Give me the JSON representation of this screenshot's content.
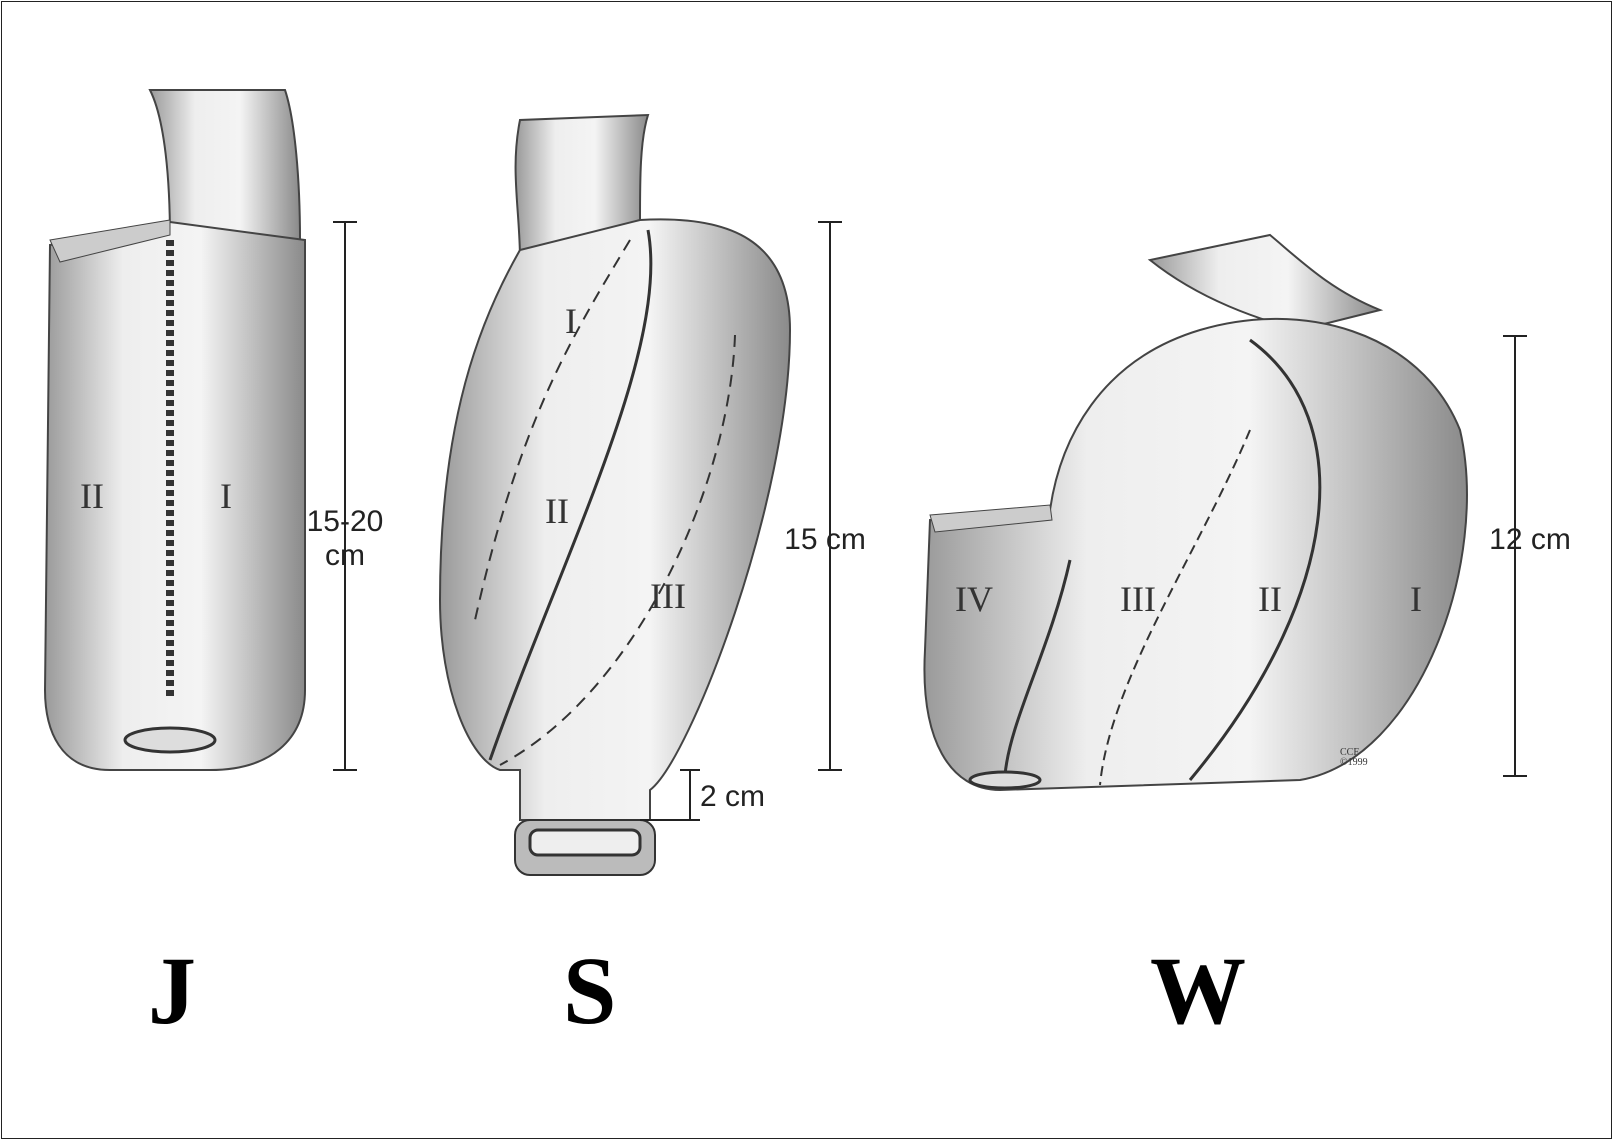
{
  "pouches": [
    {
      "letter": "J",
      "limbs": [
        "II",
        "I"
      ],
      "length": "15-20 cm"
    },
    {
      "letter": "S",
      "limbs": [
        "I",
        "II",
        "III"
      ],
      "length": "15 cm",
      "outlet": "2 cm"
    },
    {
      "letter": "W",
      "limbs": [
        "IV",
        "III",
        "II",
        "I"
      ],
      "length": "12 cm"
    }
  ],
  "copyright": "CCF ©1999"
}
